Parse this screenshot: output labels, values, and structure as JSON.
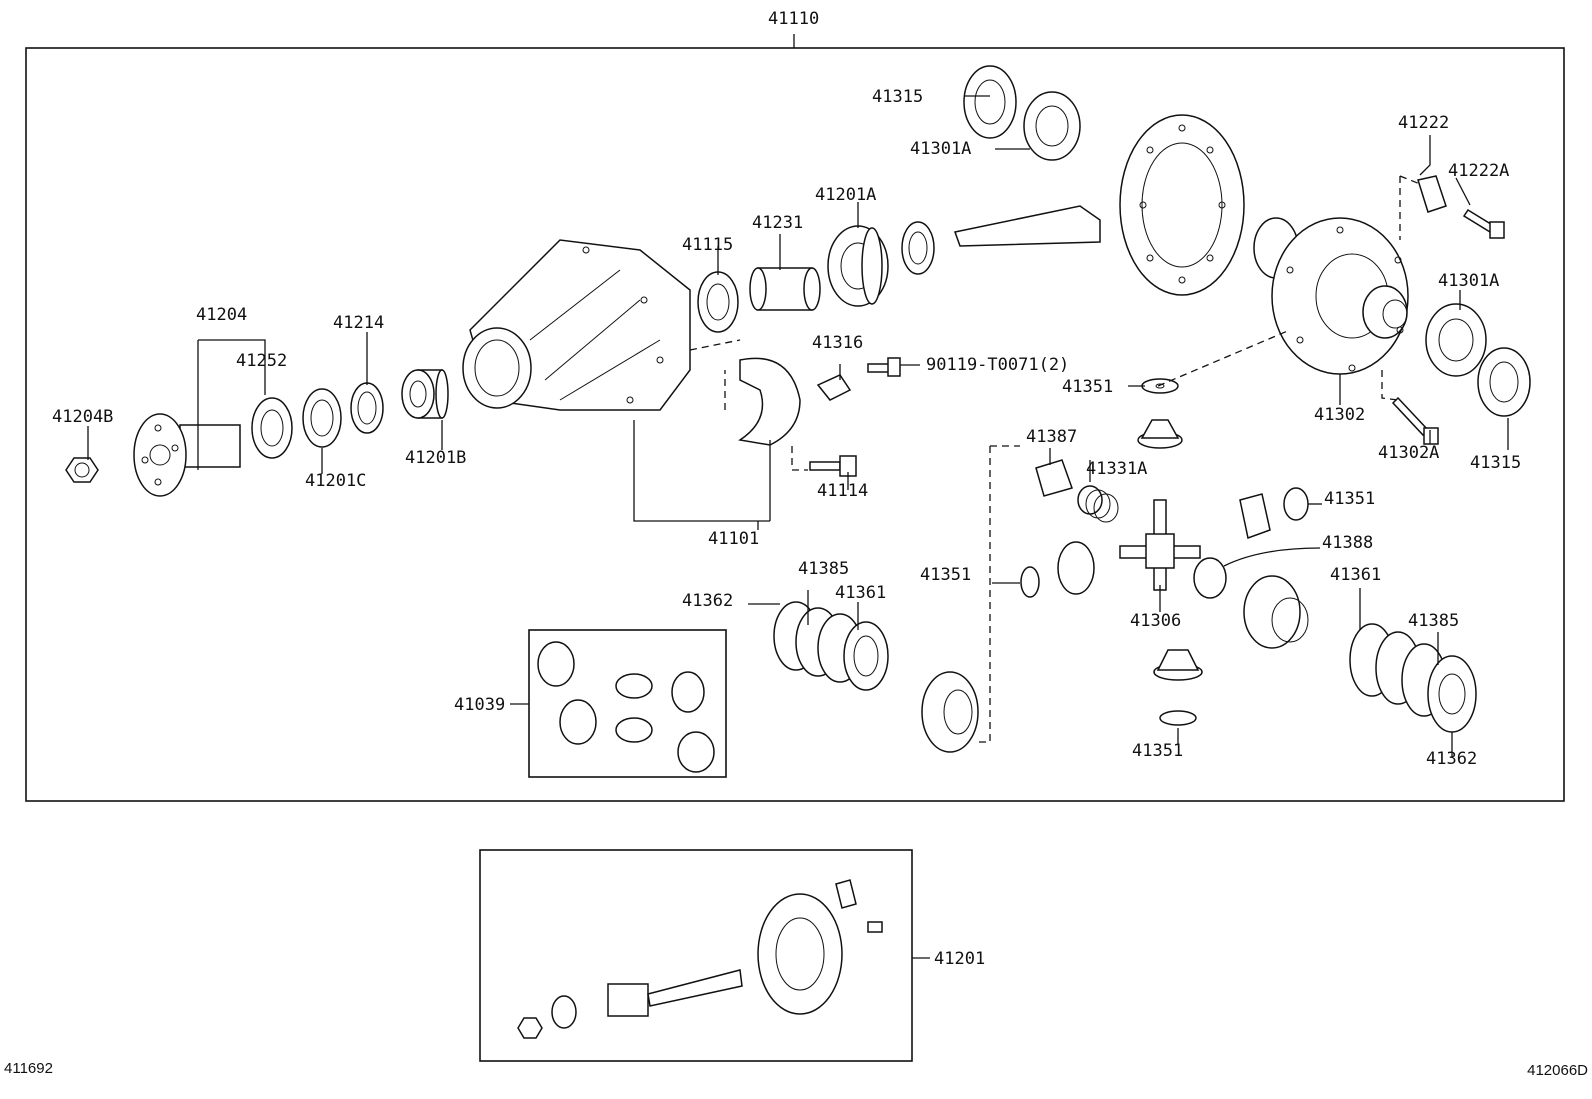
{
  "diagram_codes": {
    "left": "411692",
    "right": "412066D"
  },
  "labels": [
    {
      "key": "41110",
      "text": "41110"
    },
    {
      "key": "41315_top",
      "text": "41315"
    },
    {
      "key": "41301a_top",
      "text": "41301A"
    },
    {
      "key": "41222",
      "text": "41222"
    },
    {
      "key": "41222a",
      "text": "41222A"
    },
    {
      "key": "41201a",
      "text": "41201A"
    },
    {
      "key": "41231",
      "text": "41231"
    },
    {
      "key": "41115",
      "text": "41115"
    },
    {
      "key": "41204",
      "text": "41204"
    },
    {
      "key": "41214",
      "text": "41214"
    },
    {
      "key": "41252",
      "text": "41252"
    },
    {
      "key": "41204b",
      "text": "41204B"
    },
    {
      "key": "41201c",
      "text": "41201C"
    },
    {
      "key": "41201b",
      "text": "41201B"
    },
    {
      "key": "41316",
      "text": "41316"
    },
    {
      "key": "90119",
      "text": "90119-T0071(2)"
    },
    {
      "key": "41301a_right",
      "text": "41301A"
    },
    {
      "key": "41351_a",
      "text": "41351"
    },
    {
      "key": "41302",
      "text": "41302"
    },
    {
      "key": "41302a",
      "text": "41302A"
    },
    {
      "key": "41315_right",
      "text": "41315"
    },
    {
      "key": "41387",
      "text": "41387"
    },
    {
      "key": "41331a",
      "text": "41331A"
    },
    {
      "key": "41114",
      "text": "41114"
    },
    {
      "key": "41101",
      "text": "41101"
    },
    {
      "key": "41351_b",
      "text": "41351"
    },
    {
      "key": "41388",
      "text": "41388"
    },
    {
      "key": "41385_left",
      "text": "41385"
    },
    {
      "key": "41361_left",
      "text": "41361"
    },
    {
      "key": "41362_left",
      "text": "41362"
    },
    {
      "key": "41351_c",
      "text": "41351"
    },
    {
      "key": "41361_right",
      "text": "41361"
    },
    {
      "key": "41306",
      "text": "41306"
    },
    {
      "key": "41385_right",
      "text": "41385"
    },
    {
      "key": "41039",
      "text": "41039"
    },
    {
      "key": "41351_d",
      "text": "41351"
    },
    {
      "key": "41362_right",
      "text": "41362"
    },
    {
      "key": "41201",
      "text": "41201"
    }
  ]
}
